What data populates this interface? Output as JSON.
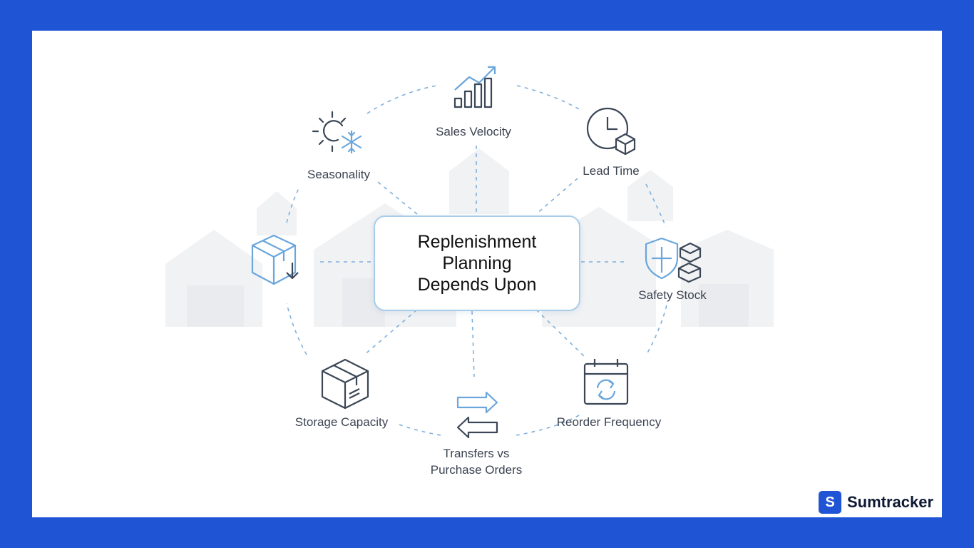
{
  "center": {
    "line1": "Replenishment",
    "line2": "Planning",
    "line3": "Depends Upon"
  },
  "nodes": {
    "sales_velocity": {
      "label": "Sales Velocity",
      "icon": "bar-chart-trend-icon"
    },
    "lead_time": {
      "label": "Lead Time",
      "icon": "clock-box-icon"
    },
    "safety_stock": {
      "label": "Safety Stock",
      "icon": "shield-boxes-icon"
    },
    "reorder_frequency": {
      "label": "Reorder Frequency",
      "icon": "calendar-refresh-icon"
    },
    "transfers": {
      "line1": "Transfers vs",
      "line2": "Purchase Orders",
      "icon": "transfer-arrows-icon"
    },
    "storage_capacity": {
      "label": "Storage Capacity",
      "icon": "storage-box-icon"
    },
    "inbound_box": {
      "icon": "inbound-box-icon"
    },
    "seasonality": {
      "label": "Seasonality",
      "icon": "sun-snowflake-icon"
    }
  },
  "brand": {
    "logo_letter": "S",
    "name": "Sumtracker"
  },
  "colors": {
    "background": "#1f55d4",
    "line": "#7fb0dc",
    "icon_dark": "#3b4656",
    "icon_blue": "#6aa6dc",
    "text": "#3c4452"
  }
}
